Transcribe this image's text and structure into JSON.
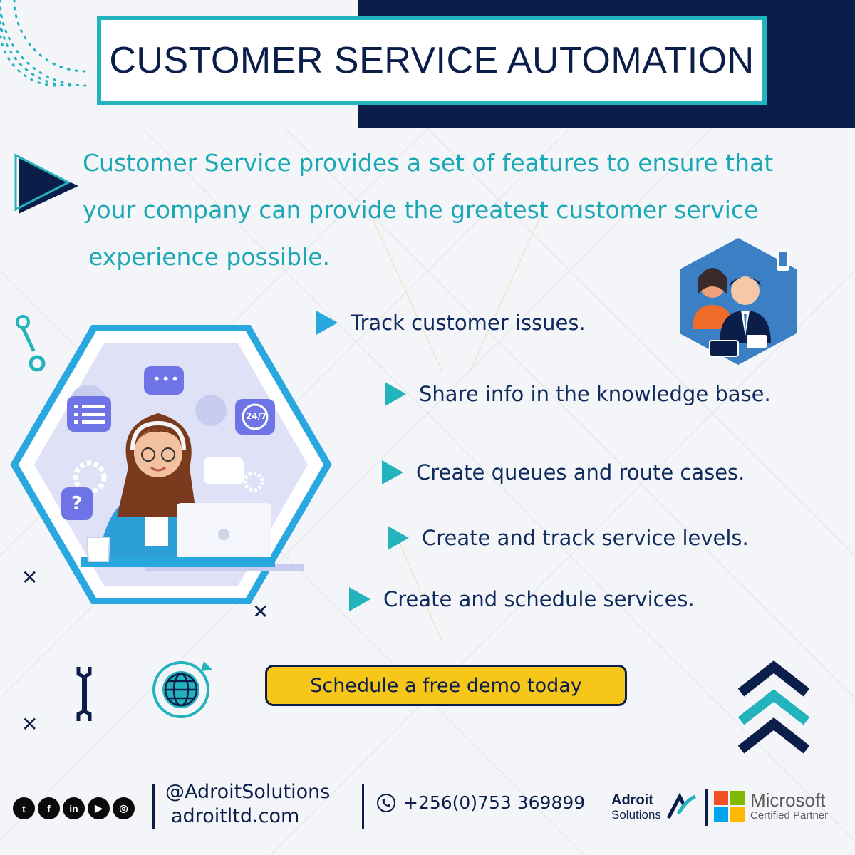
{
  "header": {
    "title": "CUSTOMER SERVICE AUTOMATION"
  },
  "intro": {
    "line1": "Customer Service provides a set of features to ensure that",
    "line2": "your company can provide the greatest customer service",
    "line3": "experience possible."
  },
  "features": [
    {
      "label": "Track customer issues.",
      "icon": "triangle-right-icon"
    },
    {
      "label": "Share info in the knowledge base.",
      "icon": "triangle-right-icon"
    },
    {
      "label": "Create queues and route cases.",
      "icon": "triangle-right-icon"
    },
    {
      "label": "Create and track service levels.",
      "icon": "triangle-right-icon"
    },
    {
      "label": "Create and schedule services.",
      "icon": "triangle-right-icon"
    }
  ],
  "illustration": {
    "badge_text": "24/7",
    "question_mark": "?",
    "chat_dots": "•••"
  },
  "cta": {
    "label": "Schedule a free demo today"
  },
  "footer": {
    "social": [
      {
        "icon": "twitter-icon",
        "glyph": "t"
      },
      {
        "icon": "facebook-icon",
        "glyph": "f"
      },
      {
        "icon": "linkedin-icon",
        "glyph": "in"
      },
      {
        "icon": "youtube-icon",
        "glyph": "▶"
      },
      {
        "icon": "instagram-icon",
        "glyph": "◎"
      }
    ],
    "handle": "@AdroitSolutions",
    "website": "adroitltd.com",
    "phone": "+256(0)753 369899",
    "brand_top": "Adroit",
    "brand_bottom": "Solutions",
    "partner_name": "Microsoft",
    "partner_sub": "Certified Partner"
  },
  "colors": {
    "navy": "#0b1e4a",
    "teal": "#23b3bd",
    "sky": "#29a8e0",
    "yellow": "#f6c619",
    "ms_red": "#f25022",
    "ms_green": "#7fba00",
    "ms_blue": "#00a4ef",
    "ms_yellow": "#ffb900"
  }
}
